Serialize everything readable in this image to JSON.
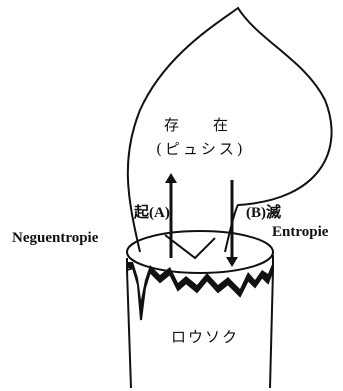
{
  "flame": {
    "existence_left": "存",
    "existence_right": "在",
    "physis": "(ピュシス)"
  },
  "arrows": {
    "up_label": "起(A)",
    "down_label": "(B)滅"
  },
  "sides": {
    "left": "Neguentropie",
    "right": "Entropie"
  },
  "candle": {
    "label": "ロウソク"
  }
}
